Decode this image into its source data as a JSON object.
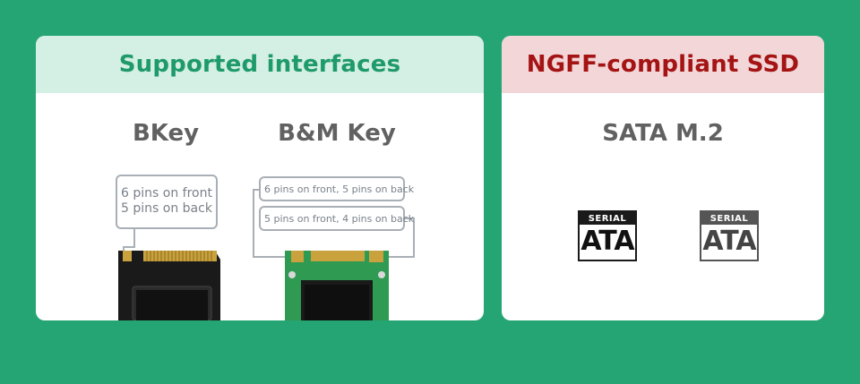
{
  "left_card": {
    "header": "Supported interfaces",
    "bkey": {
      "label": "BKey",
      "callout_line1": "6 pins on front",
      "callout_line2": "5 pins on back"
    },
    "bmkey": {
      "label": "B&M Key",
      "callout_1": "6 pins on front, 5 pins on back",
      "callout_2": "5 pins on front, 4 pins on back"
    }
  },
  "right_card": {
    "header": "NGFF-compliant SSD",
    "label": "SATA M.2",
    "logos": [
      {
        "top": "SERIAL",
        "bottom": "ATA"
      },
      {
        "top": "SERIAL",
        "bottom": "ATA"
      }
    ]
  },
  "colors": {
    "background": "#25a574",
    "left_header_bg": "#d4efe4",
    "left_header_text": "#1f9a6a",
    "right_header_bg": "#f2d6d8",
    "right_header_text": "#a51414"
  }
}
